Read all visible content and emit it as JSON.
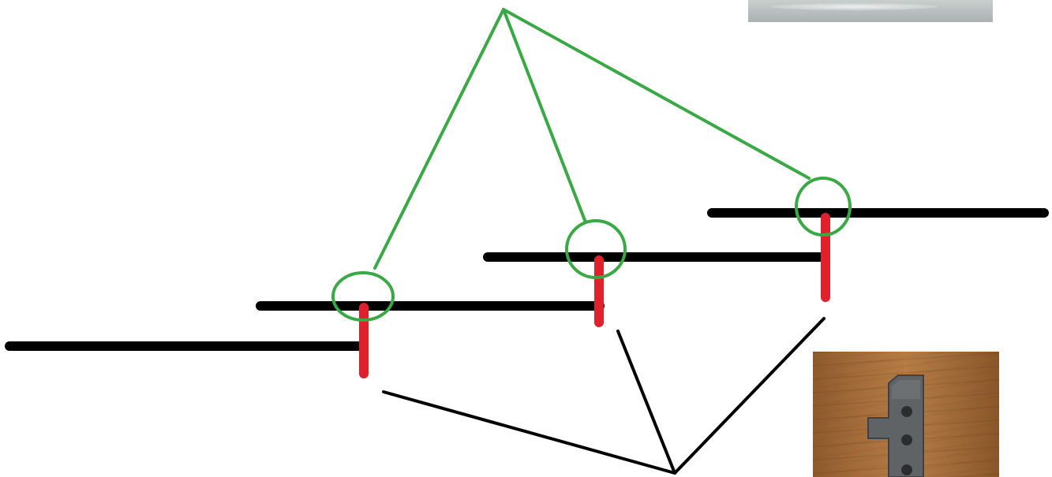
{
  "colors": {
    "background": "#ffffff",
    "step_line": "#000000",
    "step_riser": "#e0202a",
    "highlight": "#3aa845",
    "leader_line": "#000000"
  },
  "diagram": {
    "step_count": 4,
    "riser_count": 3,
    "highlight_circle_count": 3
  },
  "photos": {
    "top_photo": "gray-metal-part-photo",
    "bottom_photo": "gray-bracket-part-on-wood-photo"
  }
}
